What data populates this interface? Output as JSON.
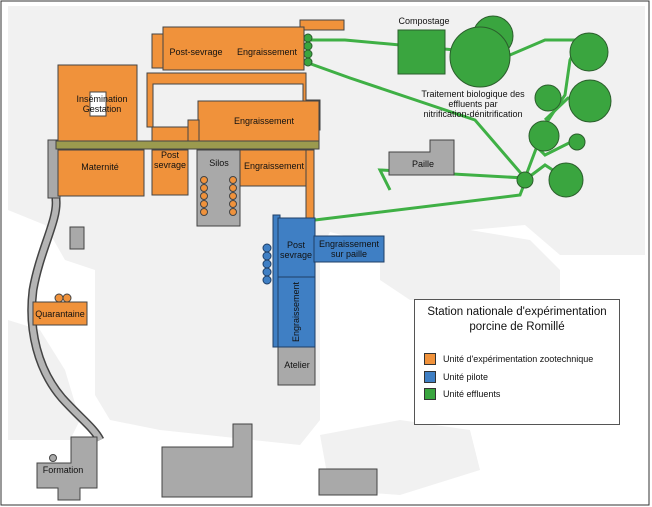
{
  "colors": {
    "experimental": "#f0923b",
    "pilot": "#3f7fc4",
    "effluents": "#3aa53f",
    "building_grey": "#a9a9a9",
    "ground_light": "#f1f1f1",
    "outline": "#444444",
    "pipe": "#3fb045"
  },
  "labels": {
    "compostage": "Compostage",
    "traitement": [
      "Traitement biologique des",
      "effluents par",
      "nitrification-dénitrification"
    ],
    "post_sevrage_top": "Post-sevrage",
    "engraissement_top": "Engraissement",
    "insemination": [
      "Insémination",
      "Gestation"
    ],
    "engraissement_mid": "Engraissement",
    "maternite": "Maternité",
    "post_sevrage_mid": [
      "Post",
      "sevrage"
    ],
    "silos": "Silos",
    "engraissement_right": "Engraissement",
    "paille": "Paille",
    "post_sevrage_pilot": [
      "Post",
      "sevrage"
    ],
    "engraissement_sur_paille": [
      "Engraissement",
      "sur paille"
    ],
    "engraissement_pilot": "Engraissement",
    "atelier": "Atelier",
    "quarantaine": "Quarantaine",
    "formation": "Formation"
  },
  "legend": {
    "title": [
      "Station nationale d'expérimentation",
      "porcine de Romillé"
    ],
    "items": [
      {
        "label": "Unité d'expérimentation zootechnique",
        "color": "#f0923b"
      },
      {
        "label": "Unité pilote",
        "color": "#3f7fc4"
      },
      {
        "label": "Unité effluents",
        "color": "#3aa53f"
      }
    ]
  }
}
